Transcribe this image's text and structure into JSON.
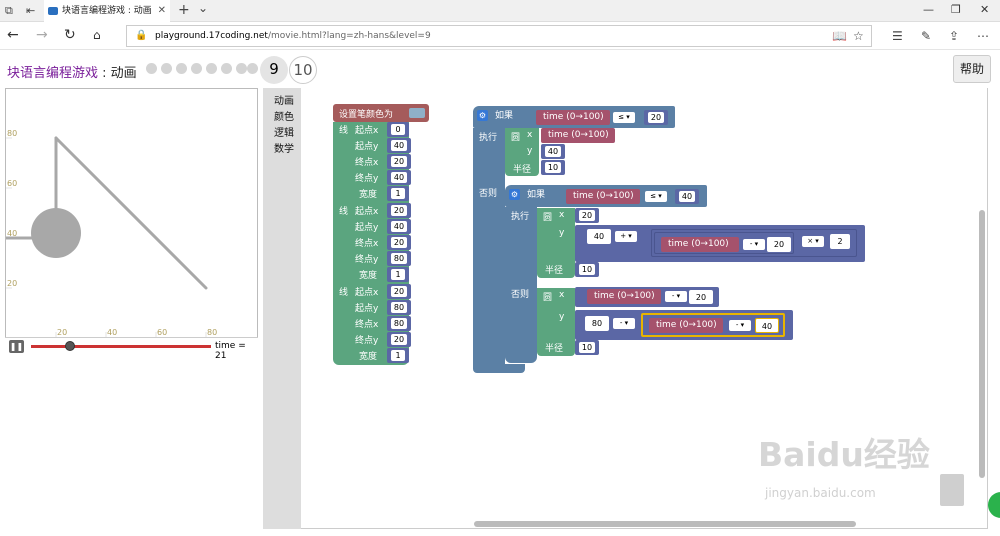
{
  "browser": {
    "tab_title": "块语言编程游戏 : 动画",
    "tab_close": "✕",
    "new_tab": "+",
    "tab_menu": "⌄",
    "url_domain": "playground.17coding.net",
    "url_path": "/movie.html?lang=zh-hans&level=9",
    "url_prefix": ""
  },
  "page": {
    "title_main": "块语言编程游戏",
    "title_sep": " : ",
    "title_sub": "动画",
    "level_current": "9",
    "level_next": "10",
    "help_button": "帮助"
  },
  "stage": {
    "y_ticks": [
      "80",
      "60",
      "40",
      "20"
    ],
    "x_ticks": [
      "20",
      "40",
      "60",
      "80"
    ],
    "time_label": "time = 21",
    "progress": 0.21
  },
  "toolbox": {
    "items": [
      "动画",
      "颜色",
      "逻辑",
      "数学"
    ]
  },
  "blocks": {
    "set_color": "设置笔颜色为",
    "line_kw": "线",
    "start_x": "起点x",
    "start_y": "起点y",
    "end_x": "终点x",
    "end_y": "终点y",
    "width": "宽度",
    "line1": {
      "sx": "0",
      "sy": "40",
      "ex": "20",
      "ey": "40",
      "w": "1"
    },
    "line2": {
      "sx": "20",
      "sy": "40",
      "ex": "20",
      "ey": "80",
      "w": "1"
    },
    "line3": {
      "sx": "20",
      "sy": "80",
      "ex": "80",
      "ey": "20",
      "w": "1"
    },
    "if_kw": "如果",
    "do_kw": "执行",
    "else_kw": "否则",
    "circle_kw": "圆",
    "x_kw": "x",
    "y_kw": "y",
    "radius_kw": "半径",
    "time_var": "time (0→100)",
    "op_le": "≤ ▾",
    "op_plus": "+ ▾",
    "op_minus": "- ▾",
    "op_times": "× ▾",
    "if1_value": "20",
    "if2_value": "40",
    "c1": {
      "y": "40",
      "r": "10"
    },
    "c2": {
      "x": "20",
      "y_base": "40",
      "sub": "20",
      "mul": "2",
      "r": "10"
    },
    "c3": {
      "sub": "20",
      "y_base": "80",
      "sub2": "40",
      "r": "10"
    }
  },
  "watermark": {
    "main": "Baidu经验",
    "sub": "jingyan.baidu.com"
  },
  "colors": {
    "title_purple": "#7a1e9a",
    "block_green": "#5ba57f",
    "block_blue": "#5b80a5",
    "block_red": "#a5526c",
    "block_indigo": "#5b67a5",
    "block_brown": "#a55b5b",
    "slider_red": "#cc3333"
  }
}
